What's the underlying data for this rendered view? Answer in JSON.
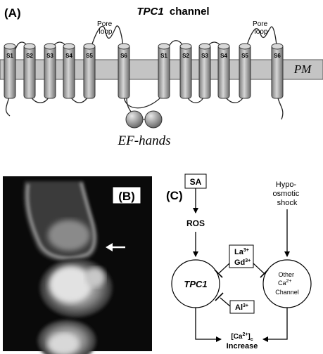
{
  "panelA": {
    "label": "(A)",
    "title_gene": "TPC1",
    "title_rest": "channel",
    "pore_loop_label": [
      "Pore",
      "loop"
    ],
    "membrane_label": "PM",
    "ef_hands_label": "EF-hands",
    "domain1_segments": [
      "S1",
      "S2",
      "S3",
      "S4",
      "S5",
      "S6"
    ],
    "domain2_segments": [
      "S1",
      "S2",
      "S3",
      "S4",
      "S5",
      "S6"
    ],
    "membrane_color": "#c4c4c4",
    "helix_color": "#a8a8a8"
  },
  "panelB": {
    "label": "(B)",
    "arrow": "white-arrow"
  },
  "panelC": {
    "label": "(C)",
    "sa": "SA",
    "ros": "ROS",
    "hypo": [
      "Hypo-",
      "osmotic",
      "shock"
    ],
    "tpc1": "TPC1",
    "other": [
      "Other",
      "Ca",
      "Channel"
    ],
    "other_sup": "2+",
    "la": "La",
    "la_sup": "3+",
    "gd": "Gd",
    "gd_sup": "3+",
    "al": "Al",
    "al_sup": "3+",
    "ca_base": "[Ca",
    "ca_sup": "2+",
    "ca_close": "]",
    "ca_sub": "c",
    "increase": "Increase"
  }
}
